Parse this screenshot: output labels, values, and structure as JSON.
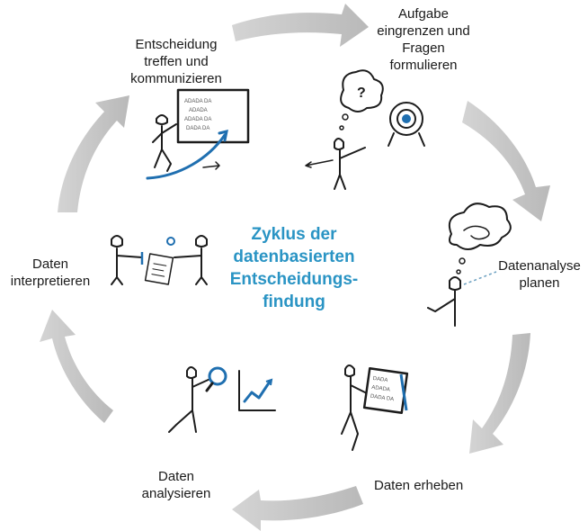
{
  "center_title": {
    "line1": "Zyklus der",
    "line2": "datenbasierten",
    "line3": "Entscheidungs-",
    "line4": "findung"
  },
  "steps": [
    {
      "line1": "Aufgabe",
      "line2": "eingrenzen und",
      "line3": "Fragen",
      "line4": "formulieren"
    },
    {
      "line1": "Datenanalyse",
      "line2": "planen"
    },
    {
      "line1": "Daten erheben"
    },
    {
      "line1": "Daten",
      "line2": "analysieren"
    },
    {
      "line1": "Daten",
      "line2": "interpretieren"
    },
    {
      "line1": "Entscheidung",
      "line2": "treffen und",
      "line3": "kommunizieren"
    }
  ],
  "colors": {
    "arrow": "#c9c9c9",
    "title": "#2a94c4",
    "accent": "#1f6fb0",
    "ink": "#1c1c1c"
  },
  "icons": [
    "cycle-arrow",
    "stick-figure",
    "presentation-board",
    "target",
    "thought-bubble",
    "clipboard",
    "magnifier",
    "chart",
    "handover-document"
  ]
}
